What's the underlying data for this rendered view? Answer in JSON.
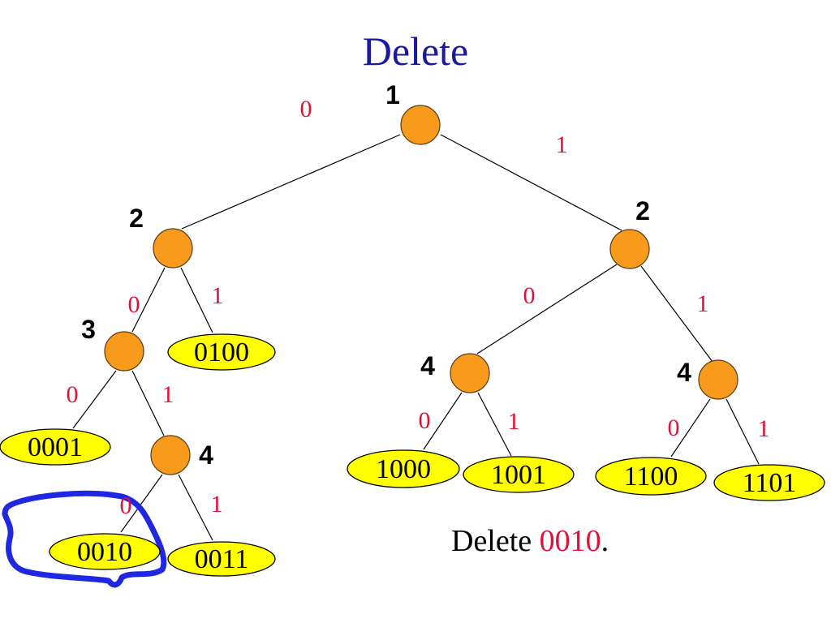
{
  "slide": {
    "title": "Delete",
    "caption_prefix": "Delete ",
    "caption_key": "0010",
    "caption_suffix": "."
  },
  "colors": {
    "title": "#1a1aa0",
    "bit_label": "#e0103a",
    "internal_node": "#f89a1c",
    "leaf_node": "#ffff00",
    "highlight": "#1f28e0",
    "edge": "#000000"
  },
  "tree": {
    "internal_nodes": [
      {
        "id": "root",
        "index": "1"
      },
      {
        "id": "l",
        "index": "2"
      },
      {
        "id": "r",
        "index": "2"
      },
      {
        "id": "ll",
        "index": "3"
      },
      {
        "id": "rl",
        "index": "4"
      },
      {
        "id": "rr",
        "index": "4"
      },
      {
        "id": "llr",
        "index": "4"
      }
    ],
    "leaves": [
      {
        "id": "0100",
        "key": "0100"
      },
      {
        "id": "0001",
        "key": "0001"
      },
      {
        "id": "0010",
        "key": "0010"
      },
      {
        "id": "0011",
        "key": "0011"
      },
      {
        "id": "1000",
        "key": "1000"
      },
      {
        "id": "1001",
        "key": "1001"
      },
      {
        "id": "1100",
        "key": "1100"
      },
      {
        "id": "1101",
        "key": "1101"
      }
    ],
    "edges": [
      {
        "from": "root",
        "to": "l",
        "bit": "0"
      },
      {
        "from": "root",
        "to": "r",
        "bit": "1"
      },
      {
        "from": "l",
        "to": "ll",
        "bit": "0"
      },
      {
        "from": "l",
        "to": "0100",
        "bit": "1"
      },
      {
        "from": "ll",
        "to": "0001",
        "bit": "0"
      },
      {
        "from": "ll",
        "to": "llr",
        "bit": "1"
      },
      {
        "from": "llr",
        "to": "0010",
        "bit": "0"
      },
      {
        "from": "llr",
        "to": "0011",
        "bit": "1"
      },
      {
        "from": "r",
        "to": "rl",
        "bit": "0"
      },
      {
        "from": "r",
        "to": "rr",
        "bit": "1"
      },
      {
        "from": "rl",
        "to": "1000",
        "bit": "0"
      },
      {
        "from": "rl",
        "to": "1001",
        "bit": "1"
      },
      {
        "from": "rr",
        "to": "1100",
        "bit": "0"
      },
      {
        "from": "rr",
        "to": "1101",
        "bit": "1"
      }
    ],
    "highlighted_leaf": "0010"
  }
}
